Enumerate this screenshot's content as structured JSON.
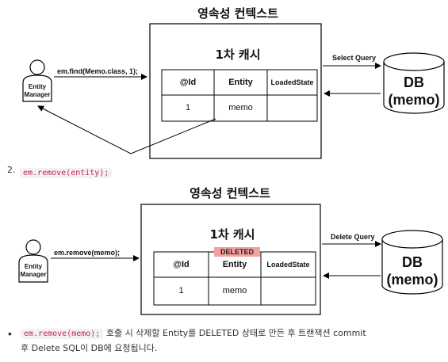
{
  "diagram1": {
    "title": "영속성 컨텍스트",
    "cache_title": "1차 캐시",
    "table": {
      "headers": [
        "@Id",
        "Entity",
        "LoadedState"
      ],
      "row": [
        "1",
        "memo",
        ""
      ]
    },
    "actor_label": "Entity Manager",
    "call_label": "em.find(Memo.class, 1);",
    "query_label": "Select Query",
    "db_label": "DB (memo)"
  },
  "step": {
    "number": "2.",
    "code": "em.remove(entity);"
  },
  "diagram2": {
    "title": "영속성 컨텍스트",
    "cache_title": "1차 캐시",
    "deleted_badge": "DELETED",
    "table": {
      "headers": [
        "@Id",
        "Entity",
        "LoadedState"
      ],
      "row": [
        "1",
        "memo",
        ""
      ]
    },
    "actor_label": "Entity Manager",
    "call_label": "em.remove(memo);",
    "query_label": "Delete Query",
    "db_label": "DB (memo)"
  },
  "bullet": {
    "code": "em.remove(memo);",
    "text_line1": "호출 시 삭제할 Entity를 DELETED 상태로 만든 후 트랜잭션 commit",
    "text_line2": "후 Delete SQL이 DB에 요청됩니다."
  },
  "colors": {
    "code_text": "#c7254e",
    "code_bg": "#f2f2f2",
    "deleted_bg": "#f4a0a0"
  }
}
